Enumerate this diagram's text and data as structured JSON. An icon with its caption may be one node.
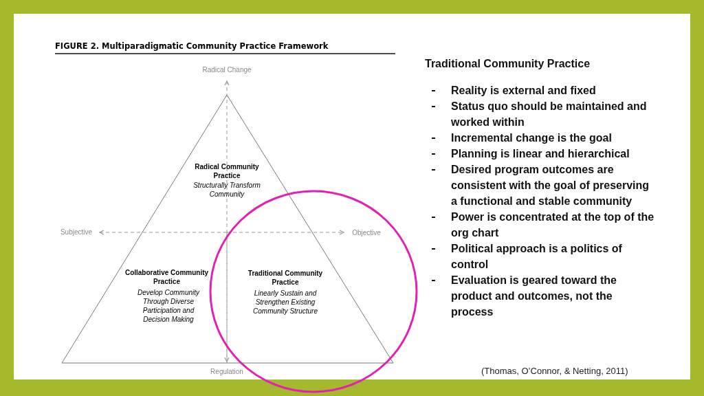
{
  "diagram": {
    "title": "Traditional Community Practice",
    "labels": [
      "FIGURE 2.  Multiparadigmatic Community Practice Framework",
      "Radical Change",
      "Radical Community Practice",
      "Structurally  Transform Community",
      "Subjective",
      "Objective",
      "Collaborative Community Practice",
      "Develop Community Through Diverse Participation and Decision  Making",
      "Traditional Community Practice",
      "Linearly Sustain and Strengthen Existing Community Structure",
      "Regulation",
      "Reality is external and fixed",
      "Status quo should be maintained and worked within",
      "Incremental change is the goal",
      "Planning is linear and hierarchical",
      "Desired program outcomes are consistent with the goal of preserving a functional and stable community",
      "Power is concentrated at the top of the org chart",
      "Political approach is a politics of control",
      "Evaluation is geared toward the product and outcomes, not the process",
      "(Thomas, O’Connor, & Netting, 2011)"
    ]
  }
}
